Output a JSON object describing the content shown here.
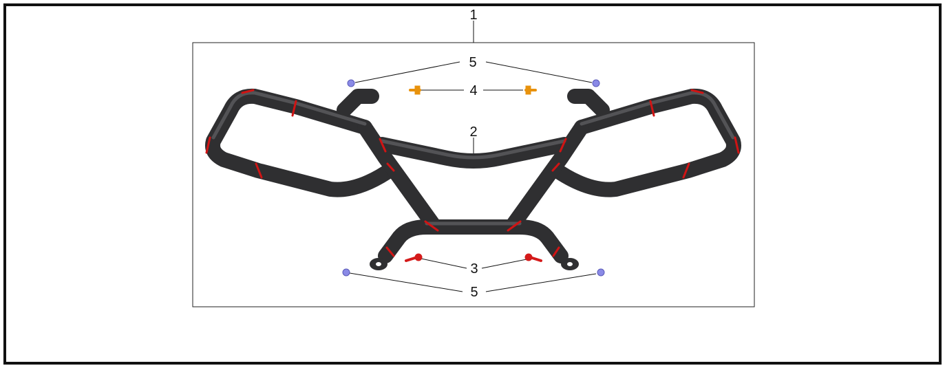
{
  "diagram": {
    "callouts": {
      "assembly": "1",
      "front_bar": "2",
      "lower_bolts": "3",
      "upper_bolts": "4",
      "nuts_top": "5",
      "nuts_bottom": "5"
    }
  },
  "colors": {
    "tube": "#3a3a3c",
    "tube_highlight": "#5a5a5e",
    "weld_accent": "#d01414",
    "bolt_orange": "#e8920c",
    "bolt_red": "#d41a1a",
    "nut_purple": "#8a8ae6",
    "frame": "#111111"
  }
}
